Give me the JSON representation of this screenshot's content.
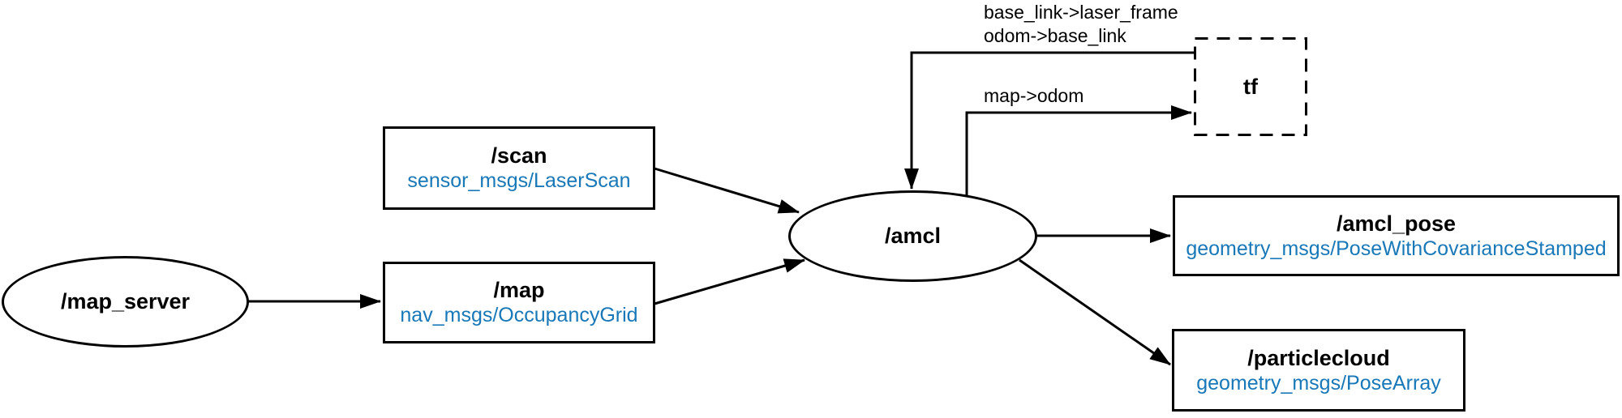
{
  "diagram": {
    "background": "#ffffff",
    "stroke_color": "#000000",
    "topic_type_color": "#1878b8",
    "nodes": {
      "map_server": {
        "label": "/map_server",
        "shape": "ellipse"
      },
      "scan": {
        "label": "/scan",
        "type": "sensor_msgs/LaserScan",
        "shape": "box"
      },
      "map": {
        "label": "/map",
        "type": "nav_msgs/OccupancyGrid",
        "shape": "box"
      },
      "amcl": {
        "label": "/amcl",
        "shape": "ellipse"
      },
      "tf": {
        "label": "tf",
        "shape": "dashed-box"
      },
      "amcl_pose": {
        "label": "/amcl_pose",
        "type": "geometry_msgs/PoseWithCovarianceStamped",
        "shape": "box"
      },
      "particlecloud": {
        "label": "/particlecloud",
        "type": "geometry_msgs/PoseArray",
        "shape": "box"
      }
    },
    "edge_labels": {
      "tf_to_amcl": {
        "line1": "base_link->laser_frame",
        "line2": "odom->base_link"
      },
      "amcl_to_tf": "map->odom"
    }
  }
}
